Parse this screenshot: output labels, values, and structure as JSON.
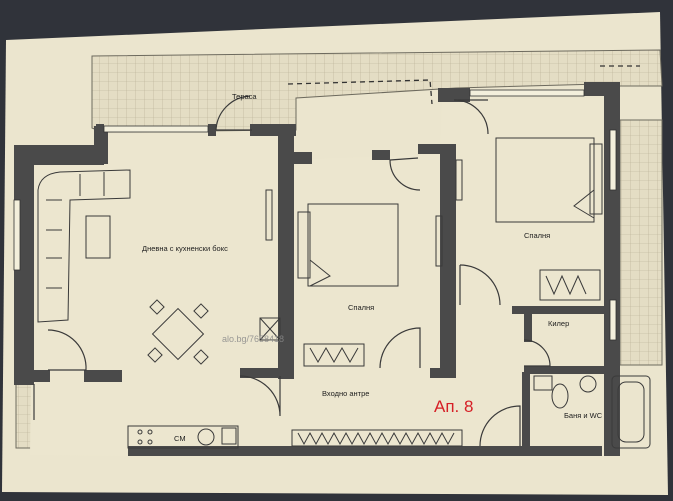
{
  "plan": {
    "rooms": {
      "terrace": "Тераса",
      "living": "Дневна с кухненски бокс",
      "bedroom1": "Спалня",
      "bedroom2": "Спалня",
      "storage": "Килер",
      "hallway": "Входно антре",
      "bathroom": "Баня и WC"
    },
    "apartment_label": "Ап. 8",
    "appliance_label": "СМ",
    "watermark": "alo.bg/7658418"
  },
  "colors": {
    "paper": "#e9e3cc",
    "wall": "#4a4a4a",
    "accent": "#d61f26",
    "line": "#3a3a3a"
  }
}
